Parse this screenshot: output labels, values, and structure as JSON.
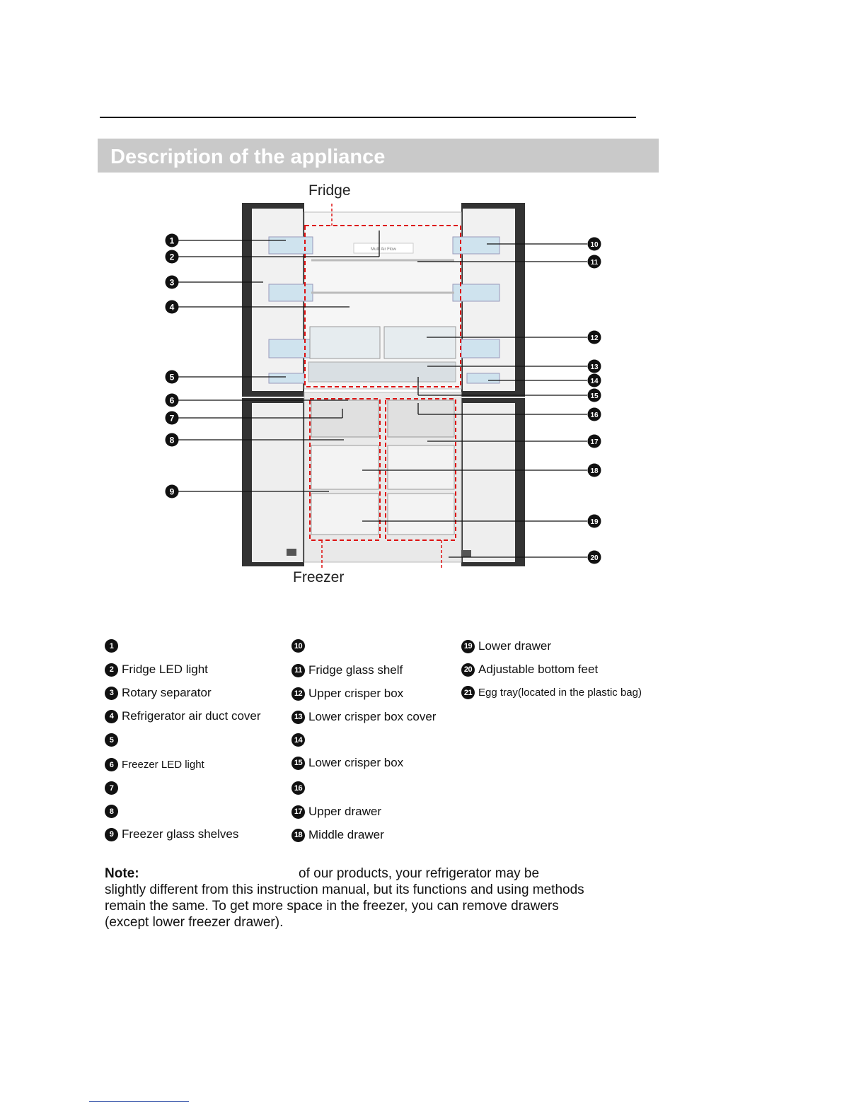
{
  "header": {
    "title": "Description of the appliance"
  },
  "diagram": {
    "fridge_label": "Fridge",
    "freezer_label": "Freezer",
    "callouts_left": [
      "1",
      "2",
      "3",
      "4",
      "5",
      "6",
      "7",
      "8",
      "9"
    ],
    "callouts_right": [
      "10",
      "11",
      "12",
      "13",
      "14",
      "15",
      "16",
      "17",
      "18",
      "19",
      "20"
    ],
    "tag_text": "Multi Air Flow"
  },
  "legend": {
    "col1": [
      {
        "num": "1",
        "label": ""
      },
      {
        "num": "2",
        "label": "Fridge LED light"
      },
      {
        "num": "3",
        "label": "Rotary separator"
      },
      {
        "num": "4",
        "label": "Refrigerator air duct cover"
      },
      {
        "num": "5",
        "label": ""
      },
      {
        "num": "6",
        "label": "Freezer LED light"
      },
      {
        "num": "7",
        "label": ""
      },
      {
        "num": "8",
        "label": ""
      },
      {
        "num": "9",
        "label": "Freezer  glass  shelves"
      }
    ],
    "col2": [
      {
        "num": "10",
        "label": ""
      },
      {
        "num": "11",
        "label": "Fridge  glass  shelf"
      },
      {
        "num": "12",
        "label": "Upper crisper box"
      },
      {
        "num": "13",
        "label": "Lower crisper box cover"
      },
      {
        "num": "14",
        "label": ""
      },
      {
        "num": "15",
        "label": "Lower crisper box"
      },
      {
        "num": "16",
        "label": ""
      },
      {
        "num": "17",
        "label": "Upper drawer"
      },
      {
        "num": "18",
        "label": "Middle drawer"
      }
    ],
    "col3": [
      {
        "num": "19",
        "label": "Lower drawer"
      },
      {
        "num": "20",
        "label": "Adjustable bottom feet"
      },
      {
        "num": "21",
        "label": "Egg tray(located in the plastic bag)"
      }
    ]
  },
  "note": {
    "label": "Note:",
    "line1": "of our products, your refrigerator may be",
    "line2": "slightly different from this instruction manual, but its functions and using methods",
    "line3": "remain the same. To get more space in the freezer, you can remove drawers",
    "line4": "(except lower freezer drawer)."
  }
}
